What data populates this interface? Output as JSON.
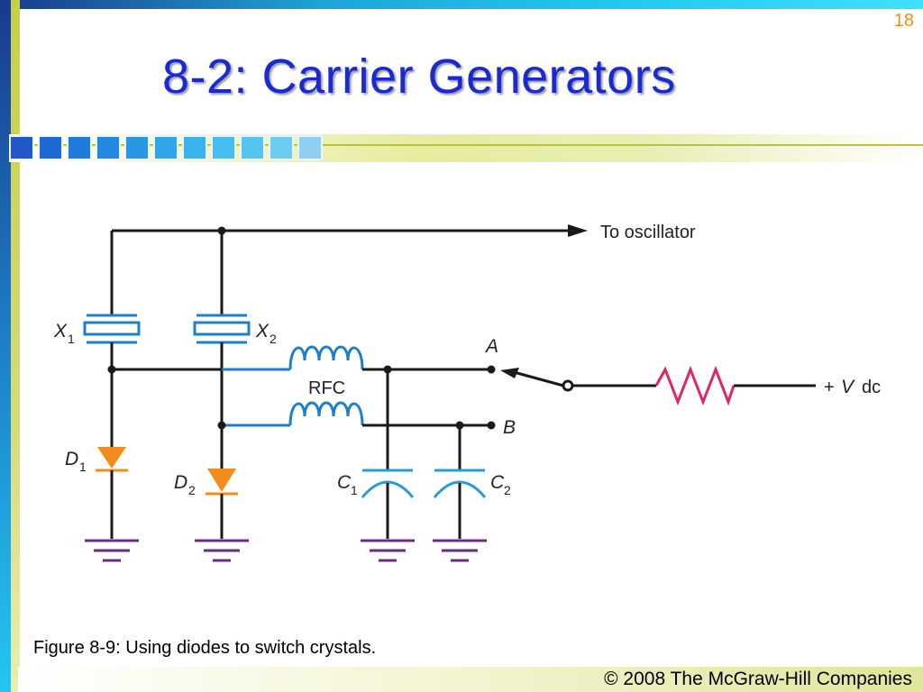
{
  "slide": {
    "page_number": "18",
    "title": "8-2: Carrier Generators",
    "caption": "Figure 8-9: Using diodes to switch crystals.",
    "copyright": "© 2008 The McGraw-Hill Companies"
  },
  "diagram": {
    "labels": {
      "to_oscillator": "To oscillator",
      "x1": "X",
      "x1_sub": "1",
      "x2": "X",
      "x2_sub": "2",
      "rfc": "RFC",
      "node_a": "A",
      "node_b": "B",
      "vdc_plus": "+",
      "vdc_v": "V",
      "vdc_dc": "dc",
      "d1": "D",
      "d1_sub": "1",
      "d2": "D",
      "d2_sub": "2",
      "c1": "C",
      "c1_sub": "1",
      "c2": "C",
      "c2_sub": "2"
    },
    "colors": {
      "wire": "#1a1a1a",
      "rfc_wire": "#1e7fc8",
      "capacitor": "#2a9ad8",
      "diode": "#f28c1c",
      "resistor": "#e0226a",
      "ground": "#6a2a8a",
      "title": "#1a2ad0",
      "page_number": "#f28c1c"
    }
  }
}
